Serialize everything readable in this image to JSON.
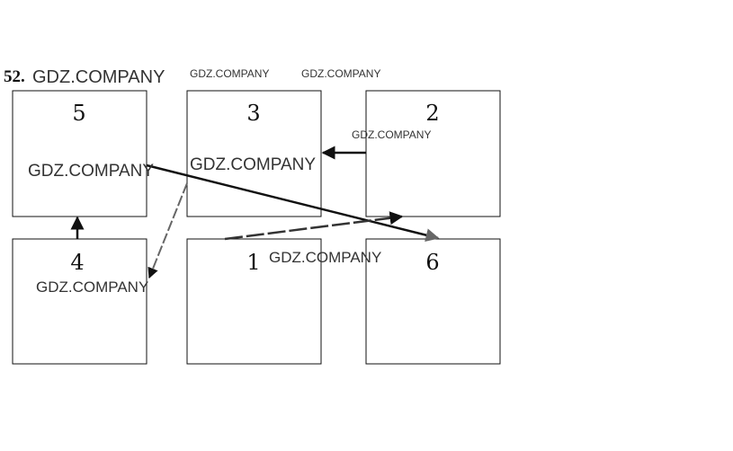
{
  "problem_number": "52.",
  "watermark": "GDZ.COMPANY",
  "boxes": [
    {
      "label": "5"
    },
    {
      "label": "3"
    },
    {
      "label": "2"
    },
    {
      "label": "4"
    },
    {
      "label": "1"
    },
    {
      "label": "6"
    }
  ],
  "arrows": [
    {
      "from": "2",
      "to": "3",
      "color": "#111111"
    },
    {
      "from": "4",
      "to": "5",
      "color": "#111111"
    },
    {
      "from": "5",
      "to": "6",
      "color": "#111111"
    },
    {
      "from": "3",
      "to": "4",
      "color": "#666666"
    },
    {
      "from": "1",
      "to": "2",
      "color": "#333333"
    }
  ]
}
